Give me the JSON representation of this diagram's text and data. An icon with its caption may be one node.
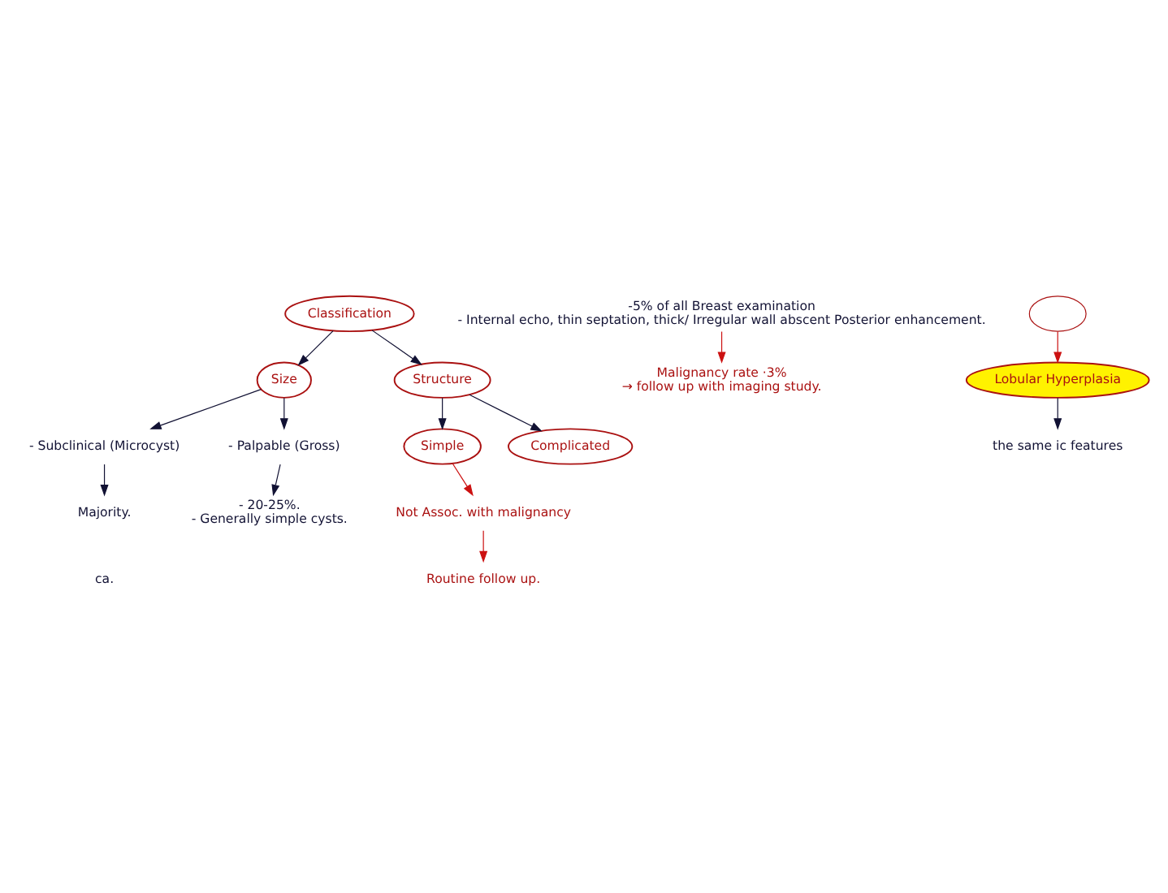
{
  "diagram": {
    "nodes": [
      {
        "text": [
          "Classification"
        ]
      },
      {
        "text": [
          "Size"
        ]
      },
      {
        "text": [
          "Structure"
        ]
      },
      {
        "text": [
          "- Subclinical (Microcyst)"
        ]
      },
      {
        "text": [
          "- Palpable (Gross)"
        ]
      },
      {
        "text": [
          "Majority."
        ]
      },
      {
        "text": [
          "- 20-25%.",
          "- Generally simple cysts."
        ]
      },
      {
        "text": [
          "Simple"
        ]
      },
      {
        "text": [
          "Complicated"
        ]
      },
      {
        "text": [
          "Not Assoc. with malignancy"
        ]
      },
      {
        "text": [
          "Routine follow up."
        ]
      },
      {
        "text": [
          "-5% of all Breast examination",
          "- Internal echo, thin septation, thick/ Irregular wall abscent Posterior enhancement."
        ]
      },
      {
        "text": [
          "Malignancy rate ·3%",
          "→ follow up with imaging study."
        ]
      },
      {
        "text": [],
        "shape": "cloud"
      },
      {
        "text": [
          "Lobular Hyperplasia"
        ]
      },
      {
        "text": [
          "the same ic features"
        ]
      }
    ],
    "edges": [
      {
        "from": 0,
        "to": 1,
        "arrow": "to"
      },
      {
        "from": 0,
        "to": 2,
        "arrow": "to"
      },
      {
        "from": 1,
        "to": 3,
        "arrow": "to"
      },
      {
        "from": 1,
        "to": 4,
        "arrow": "to"
      },
      {
        "from": 3,
        "to": 5,
        "arrow": "to"
      },
      {
        "from": 4,
        "to": 6,
        "arrow": "to"
      },
      {
        "from": 2,
        "to": 7,
        "arrow": "to"
      },
      {
        "from": 2,
        "to": 8,
        "arrow": "to"
      },
      {
        "from": 7,
        "to": 9,
        "arrow": "to",
        "color": "#cc1111"
      },
      {
        "from": 9,
        "to": 10,
        "arrow": "to",
        "color": "#cc1111"
      },
      {
        "from": 11,
        "to": 12,
        "arrow": "to",
        "color": "#cc1111"
      },
      {
        "from": 13,
        "to": 14,
        "arrow": "to",
        "color": "#cc1111"
      },
      {
        "from": 14,
        "to": 15,
        "arrow": "to"
      }
    ],
    "labels": [
      "ca."
    ]
  }
}
